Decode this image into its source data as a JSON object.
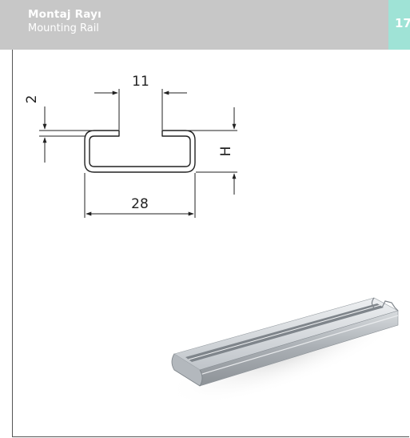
{
  "header": {
    "title_tr": "Montaj Rayı",
    "title_en": "Mounting Rail",
    "page_number": "17",
    "tab_color": "#9fe3d6",
    "band_color": "#c7c7c7"
  },
  "drawing": {
    "dimensions": {
      "slot_width": "11",
      "wall_thickness": "2",
      "height": "H",
      "width": "28"
    }
  }
}
